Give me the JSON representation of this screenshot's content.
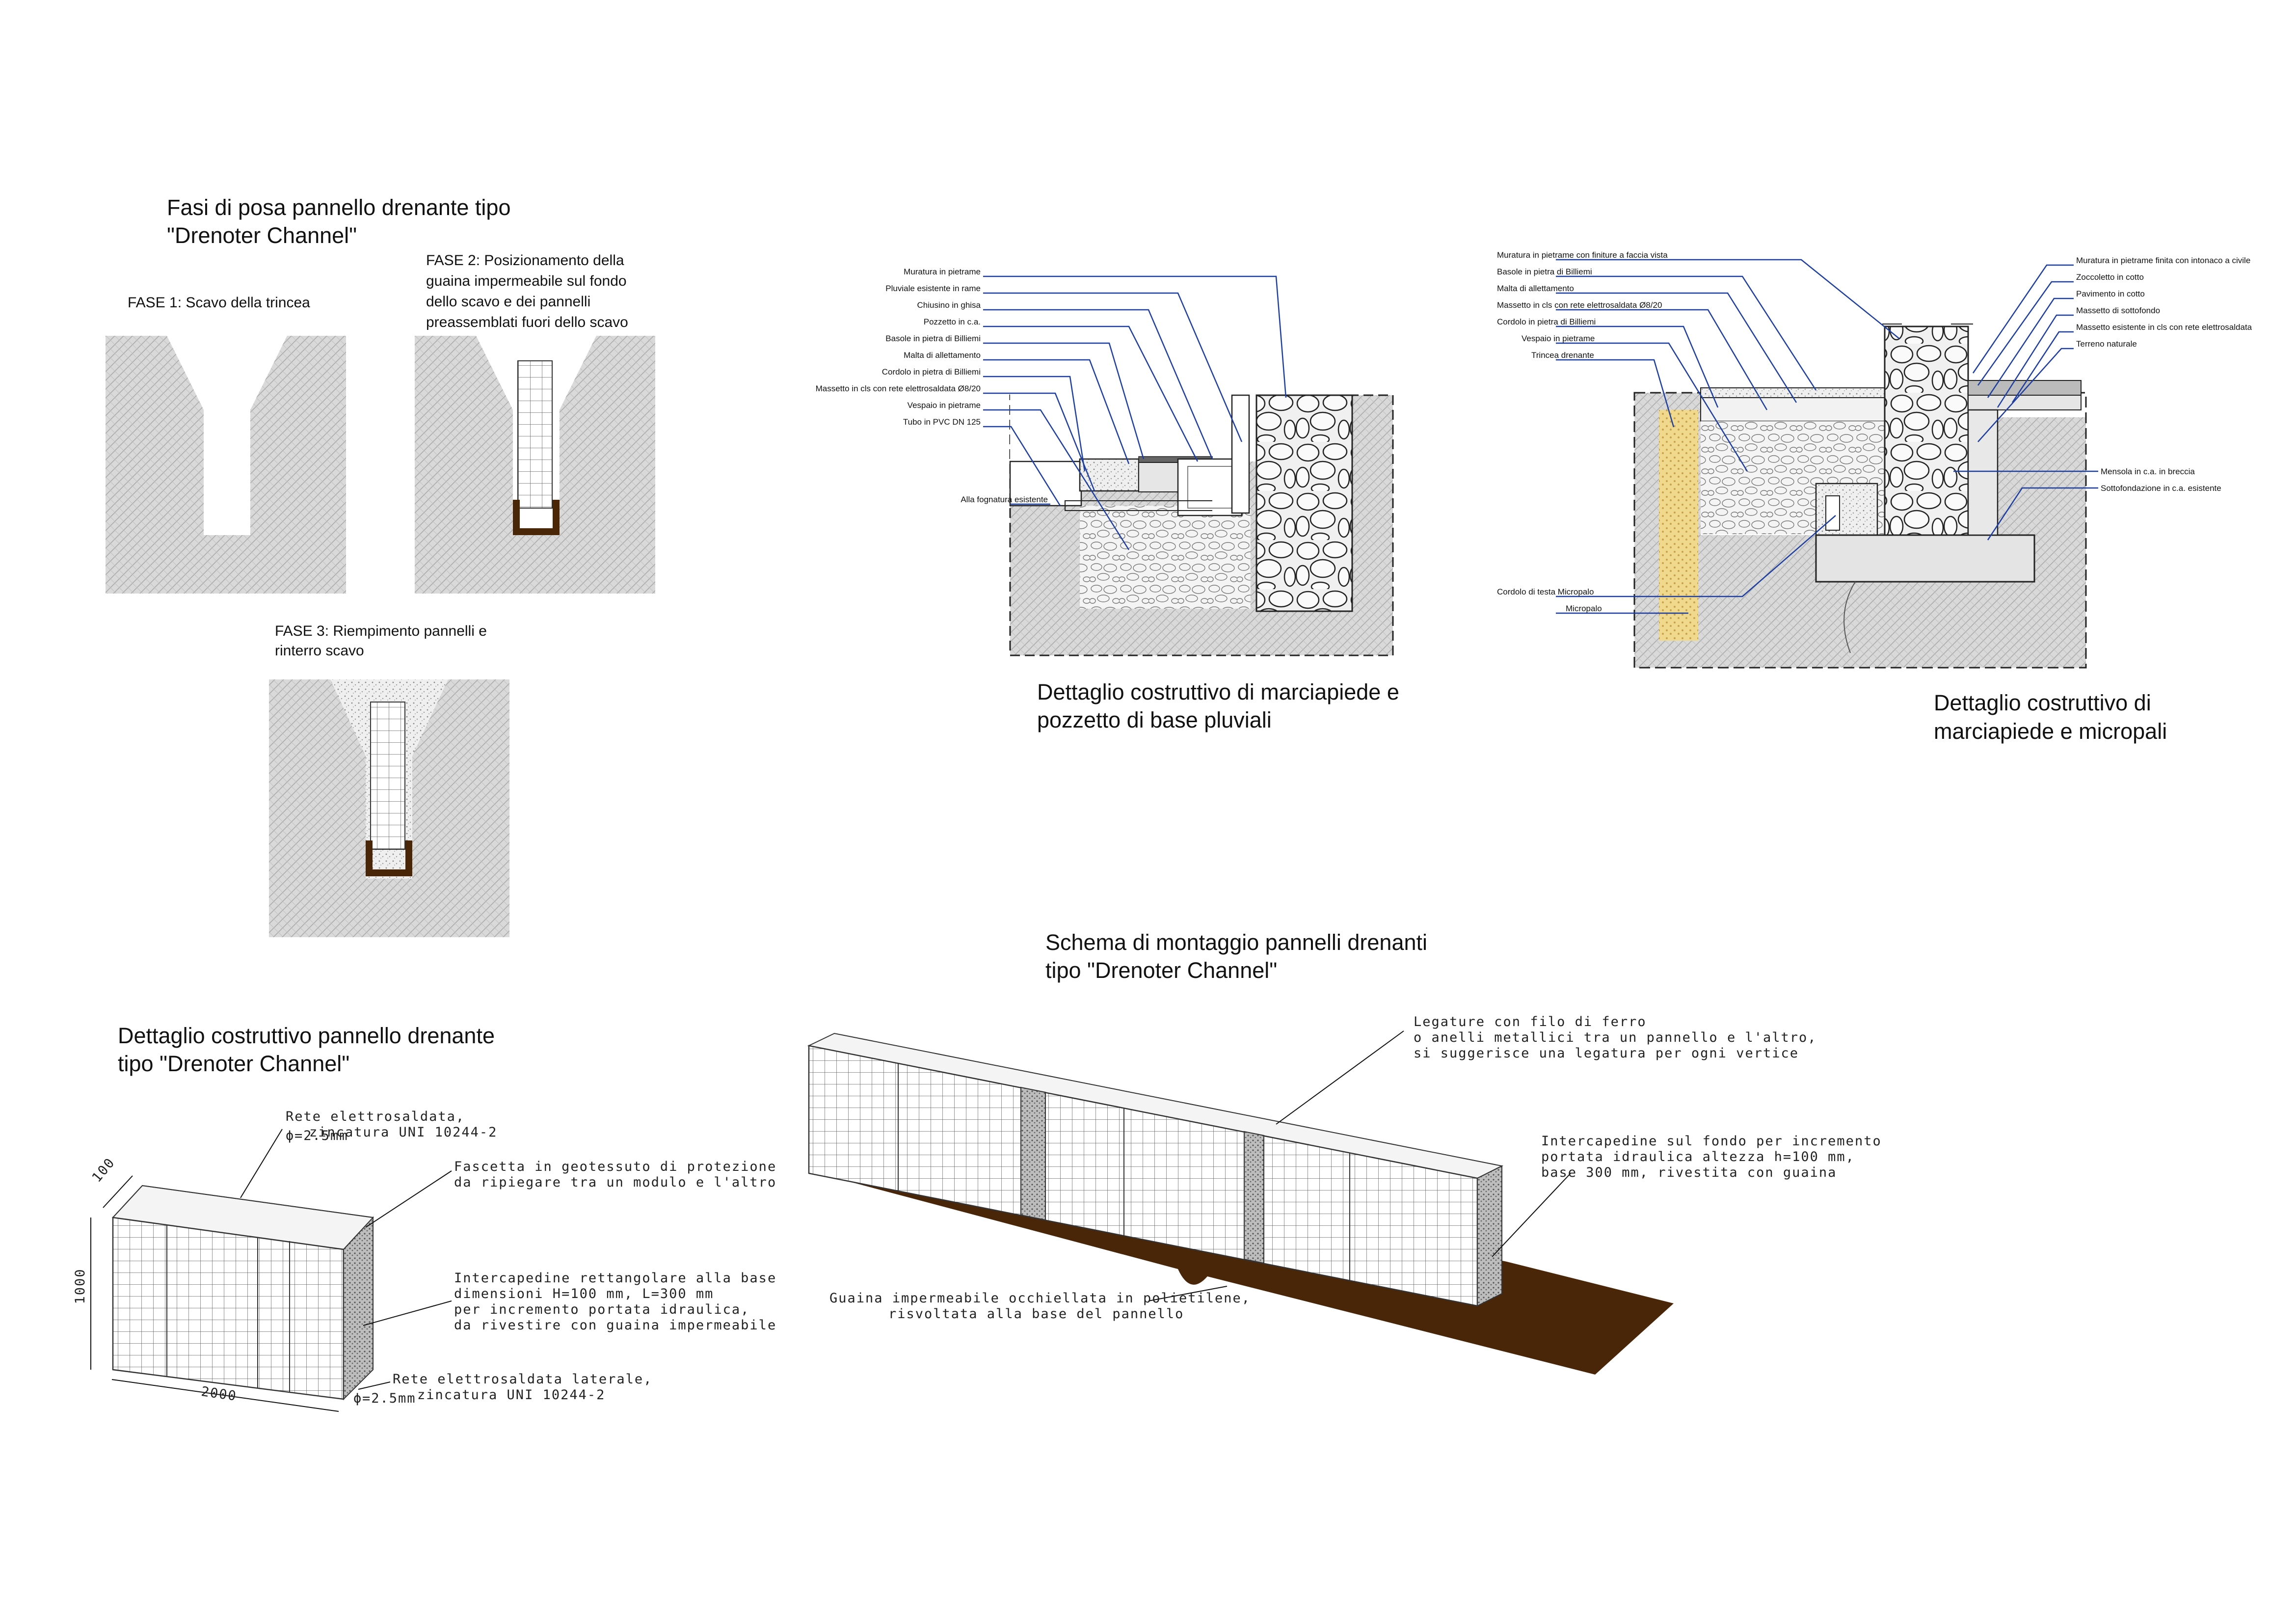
{
  "phases": {
    "title_line1": "Fasi di posa pannello drenante tipo",
    "title_line2": "\"Drenoter Channel\"",
    "fase1": "FASE 1: Scavo della trincea",
    "fase2_lines": [
      "FASE 2: Posizionamento della",
      "guaina impermeabile sul fondo",
      "dello scavo e dei pannelli",
      "preassemblati fuori dello scavo"
    ],
    "fase3_lines": [
      "FASE 3: Riempimento pannelli e",
      "rinterro scavo"
    ]
  },
  "detail_pluviali": {
    "title_line1": "Dettaglio costruttivo di marciapiede e",
    "title_line2": "pozzetto di base pluviali",
    "labels": [
      "Muratura in pietrame",
      "Pluviale esistente in rame",
      "Chiusino in ghisa",
      "Pozzetto in c.a.",
      "Basole in pietra di Billiemi",
      "Malta di allettamento",
      "Cordolo in pietra di Billiemi",
      "Massetto in cls con rete elettrosaldata Ø8/20",
      "Vespaio in pietrame",
      "Tubo in PVC DN 125",
      "Alla fognatura esistente"
    ]
  },
  "detail_micropali": {
    "title_line1": "Dettaglio costruttivo di",
    "title_line2": "marciapiede e micropali",
    "labels_left": [
      "Muratura in pietrame con finiture a faccia vista",
      "Basole in pietra di Billiemi",
      "Malta di allettamento",
      "Massetto in cls con rete elettrosaldata Ø8/20",
      "Cordolo in pietra di Billiemi",
      "Vespaio in pietrame",
      "Trincea drenante",
      "Cordolo di testa Micropalo",
      "Micropalo"
    ],
    "labels_right": [
      "Muratura in pietrame finita con intonaco a civile",
      "Zoccoletto in cotto",
      "Pavimento in cotto",
      "Massetto di sottofondo",
      "Massetto esistente in cls con rete elettrosaldata",
      "Terreno naturale",
      "Mensola in c.a. in breccia",
      "Sottofondazione in c.a. esistente"
    ]
  },
  "panel_detail": {
    "title_line1": "Dettaglio costruttivo pannello drenante",
    "title_line2": "tipo \"Drenoter Channel\"",
    "note_rete_top_lines": [
      "Rete elettrosaldata,",
      "zincatura UNI 10244-2"
    ],
    "phi_top": "=2.5mm",
    "note_geotessuto_lines": [
      "Fascetta in geotessuto di protezione",
      "da ripiegare tra un modulo e l'altro"
    ],
    "note_intercapedine_lines": [
      "Intercapedine rettangolare alla base",
      "dimensioni H=100 mm, L=300 mm",
      "per incremento portata idraulica,",
      "da rivestire con guaina impermeabile"
    ],
    "note_rete_lat_lines": [
      "Rete elettrosaldata laterale,",
      "zincatura UNI 10244-2"
    ],
    "phi_bottom": "=2.5mm",
    "dim_100": "100",
    "dim_1000": "1000",
    "dim_2000": "2000"
  },
  "assembly": {
    "title_line1": "Schema di montaggio pannelli drenanti",
    "title_line2": "tipo \"Drenoter Channel\"",
    "note_legature_lines": [
      "Legature con filo di ferro",
      "o anelli metallici tra un pannello e l'altro,",
      "si suggerisce una legatura per ogni vertice"
    ],
    "note_intercapedine_lines": [
      "Intercapedine sul fondo per incremento",
      "portata idraulica altezza h=100 mm,",
      "base 300 mm, rivestita con guaina"
    ],
    "note_guaina_lines": [
      "Guaina impermeabile occhiellata in polietilene,",
      "risvoltata alla base del pannello"
    ]
  },
  "colors": {
    "soil_fill": "#d6d6d6",
    "liner_brown": "#4a2608",
    "leader_blue": "#1f3f9f",
    "drain_yellow": "#f0d98c"
  }
}
